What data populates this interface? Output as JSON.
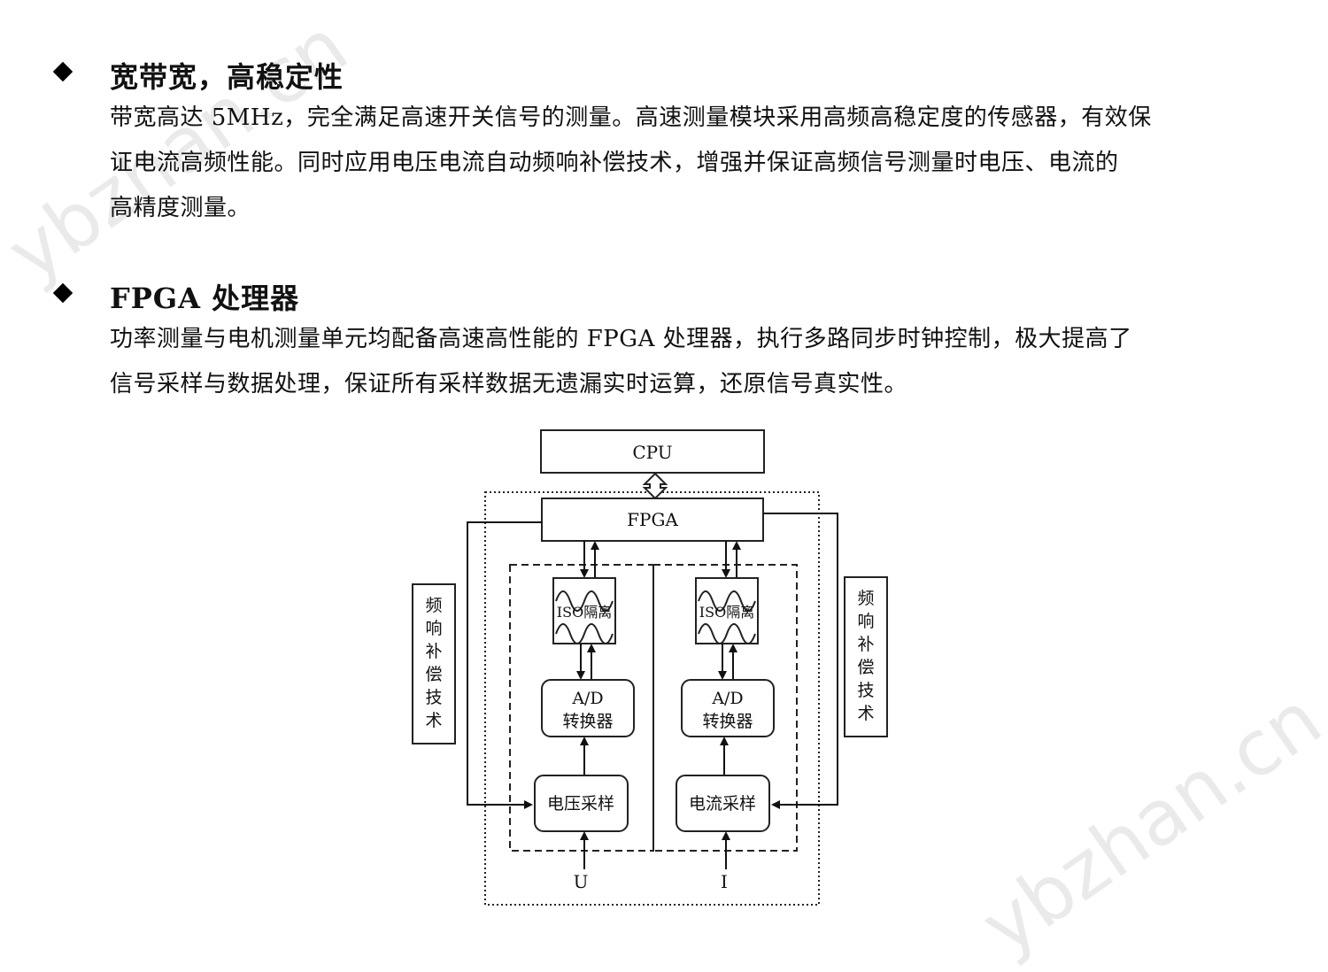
{
  "watermark": {
    "text": "ybzhan.cn"
  },
  "sections": [
    {
      "title": "宽带宽，高稳定性",
      "lines": [
        "带宽高达 5MHz，完全满足高速开关信号的测量。高速测量模块采用高频高稳定度的传感器，有效保",
        "证电流高频性能。同时应用电压电流自动频响补偿技术，增强并保证高频信号测量时电压、电流的",
        "高精度测量。"
      ]
    },
    {
      "title": "FPGA 处理器",
      "lines": [
        "功率测量与电机测量单元均配备高速高性能的 FPGA 处理器，执行多路同步时钟控制，极大提高了",
        "信号采样与数据处理，保证所有采样数据无遗漏实时运算，还原信号真实性。"
      ]
    }
  ],
  "diagram": {
    "cpu": "CPU",
    "fpga": "FPGA",
    "iso": "ISO隔离",
    "ad_line1": "A/D",
    "ad_line2": "转换器",
    "voltage_sampling": "电压采样",
    "current_sampling": "电流采样",
    "input_u": "U",
    "input_i": "I",
    "compensation_chars": [
      "频",
      "响",
      "补",
      "偿",
      "技",
      "术"
    ]
  }
}
